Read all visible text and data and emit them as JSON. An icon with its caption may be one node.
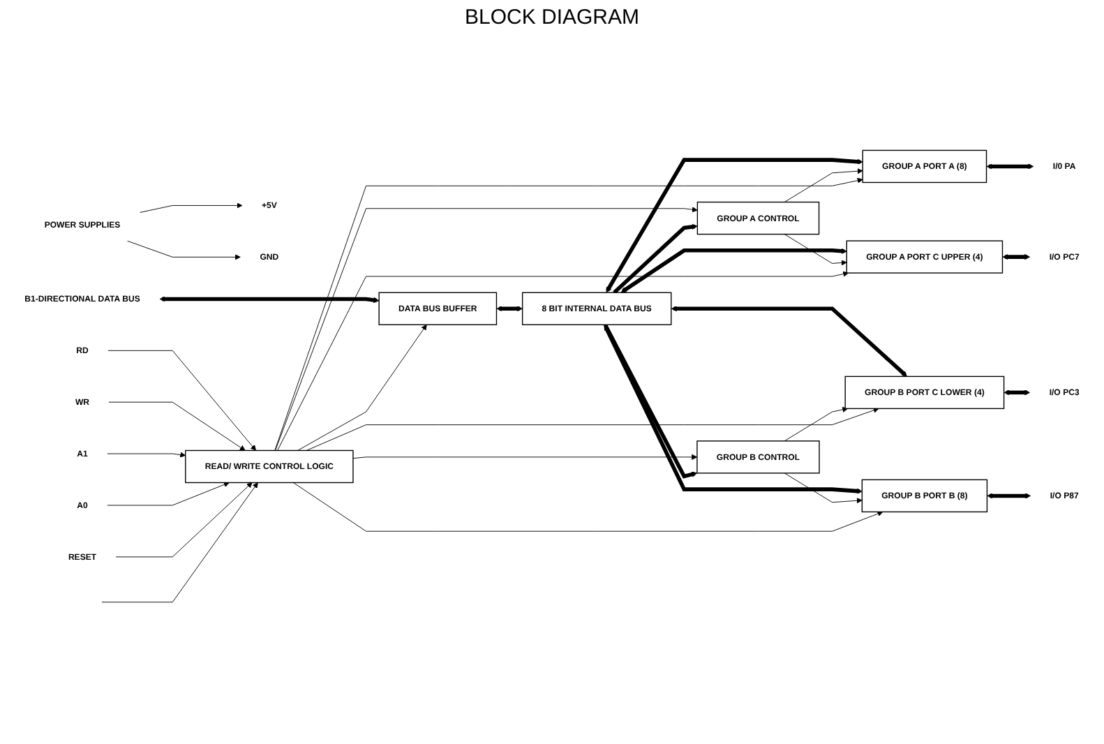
{
  "diagram": {
    "title": "BLOCK DIAGRAM",
    "nodes": [
      {
        "text": [
          "POWER SUPPLIES"
        ]
      },
      {
        "text": [
          "+5V"
        ]
      },
      {
        "text": [
          "GND"
        ]
      },
      {
        "text": [
          "GROUP A CONTROL"
        ]
      },
      {
        "text": [
          "GROUP A PORT A (8)"
        ]
      },
      {
        "text": [
          "GROUP A PORT C UPPER (4)"
        ]
      },
      {
        "text": [
          "B1-DIRECTIONAL DATA BUS"
        ]
      },
      {
        "text": [
          "DATA BUS BUFFER"
        ]
      },
      {
        "text": [
          "8 BIT INTERNAL DATA BUS"
        ]
      },
      {
        "text": [
          "GROUP B PORT C LOWER (4)"
        ]
      },
      {
        "text": [
          "RD"
        ]
      },
      {
        "text": [
          "WR"
        ]
      },
      {
        "text": [
          "A1"
        ]
      },
      {
        "text": [
          "A0"
        ]
      },
      {
        "text": [
          "RESET"
        ]
      },
      {
        "text": [
          "READ/ WRITE CONTROL LOGIC"
        ]
      },
      {
        "text": [
          "GROUP B CONTROL"
        ]
      },
      {
        "text": [
          "GROUP B PORT B (8)"
        ]
      },
      {
        "text": [
          "I/0 PA"
        ]
      },
      {
        "text": [
          "I/O PC7"
        ]
      },
      {
        "text": [
          "I/O PC3"
        ]
      },
      {
        "text": [
          "I/O P87"
        ]
      }
    ],
    "edges": [
      {
        "from": 0,
        "to": 1,
        "arrow": "to"
      },
      {
        "from": 0,
        "to": 2,
        "arrow": "to"
      },
      {
        "from": 6,
        "to": 7,
        "arrow": "both",
        "style": "thick"
      },
      {
        "from": 7,
        "to": 8,
        "arrow": "both",
        "style": "thick"
      },
      {
        "from": 10,
        "to": 15,
        "arrow": "to"
      },
      {
        "from": 11,
        "to": 15,
        "arrow": "to"
      },
      {
        "from": 12,
        "to": 15,
        "arrow": "to"
      },
      {
        "from": 13,
        "to": 15,
        "arrow": "to"
      },
      {
        "from": 14,
        "to": 15,
        "arrow": "to"
      },
      {
        "from": null,
        "to": 15,
        "arrow": "to"
      },
      {
        "from": 15,
        "to": 7,
        "arrow": "to"
      },
      {
        "from": 15,
        "to": 3,
        "arrow": "to"
      },
      {
        "from": 15,
        "to": 16,
        "arrow": "to"
      },
      {
        "from": 8,
        "to": 3,
        "arrow": "to",
        "style": "thick"
      },
      {
        "from": 8,
        "to": 16,
        "arrow": "to",
        "style": "thick"
      },
      {
        "from": 8,
        "to": 4,
        "arrow": "both",
        "style": "thick"
      },
      {
        "from": 8,
        "to": 5,
        "arrow": "both",
        "style": "thick"
      },
      {
        "from": 8,
        "to": 9,
        "arrow": "both",
        "style": "thick"
      },
      {
        "from": 8,
        "to": 17,
        "arrow": "both",
        "style": "thick"
      },
      {
        "from": 3,
        "to": 4,
        "arrow": "to"
      },
      {
        "from": 3,
        "to": 5,
        "arrow": "to"
      },
      {
        "from": 16,
        "to": 9,
        "arrow": "to"
      },
      {
        "from": 16,
        "to": 17,
        "arrow": "to"
      },
      {
        "from": 15,
        "to": 4,
        "arrow": "to"
      },
      {
        "from": 15,
        "to": 5,
        "arrow": "to"
      },
      {
        "from": 15,
        "to": 9,
        "arrow": "to"
      },
      {
        "from": 15,
        "to": 17,
        "arrow": "to"
      },
      {
        "from": 4,
        "to": 18,
        "arrow": "both",
        "style": "thick"
      },
      {
        "from": 5,
        "to": 19,
        "arrow": "both",
        "style": "thick"
      },
      {
        "from": 9,
        "to": 20,
        "arrow": "both",
        "style": "thick"
      },
      {
        "from": 17,
        "to": 21,
        "arrow": "both",
        "style": "thick"
      }
    ]
  }
}
